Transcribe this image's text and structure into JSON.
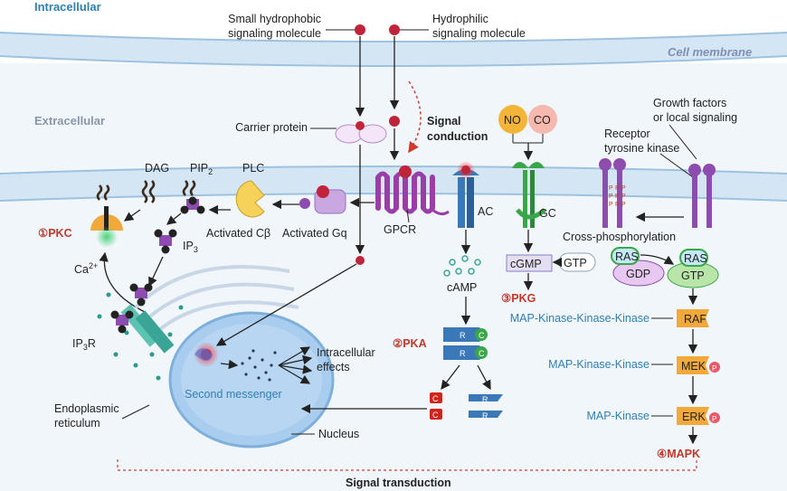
{
  "regions": {
    "intracellular": "Intracellular",
    "cell_membrane": "Cell membrane",
    "extracellular": "Extracellular"
  },
  "labels": {
    "small_hydrophobic": [
      "Small hydrophobic",
      "signaling molecule"
    ],
    "hydrophilic": [
      "Hydrophilic",
      "signaling molecule"
    ],
    "carrier_protein": "Carrier protein",
    "signal_conduction": [
      "Signal",
      "conduction"
    ],
    "growth_factors": [
      "Growth factors",
      "or local signaling"
    ],
    "receptor_tk": [
      "Receptor",
      "tyrosine kinase"
    ],
    "dag": "DAG",
    "pip": "PIP",
    "pip_sub": "2",
    "plc": "PLC",
    "activated_cb": "Activated Cβ",
    "activated_gq": "Activated Gq",
    "gpcr": "GPCR",
    "ac": "AC",
    "gc": "GC",
    "no": "NO",
    "co": "CO",
    "cross_phos": "Cross-phosphorylation",
    "pkc": "①PKC",
    "ca": "Ca",
    "ca_sup": "2+",
    "ip3": "IP",
    "ip3_sub": "3",
    "ip3r": "IP",
    "ip3r_sub": "3",
    "ip3r_r": "R",
    "camp": "cAMP",
    "cgmp": "cGMP",
    "gtp": "GTP",
    "pkg": "③PKG",
    "pka": "②PKA",
    "ras": "RAS",
    "gdp": "GDP",
    "raf": "RAF",
    "mek": "MEK",
    "erk": "ERK",
    "mapkkk": "MAP-Kinase-Kinase-Kinase",
    "mapkk": "MAP-Kinase-Kinase",
    "mapk_label": "MAP-Kinase",
    "mapk": "④MAPK",
    "second_messenger": "Second messenger",
    "intracellular_effects": [
      "Intracellular",
      "effects"
    ],
    "er": [
      "Endoplasmic",
      "reticulum"
    ],
    "nucleus": "Nucleus",
    "signal_transduction": "Signal transduction",
    "p": "P",
    "r": "R",
    "c": "C"
  },
  "colors": {
    "membrane": "#c9dff0",
    "membrane_line": "#9cc2e0",
    "molecule": "#c0243a",
    "receptor_purple": "#8e4bb0",
    "kinase_orange": "#f2a93b",
    "pka_blue": "#3a78b8",
    "pka_green": "#3aa64a",
    "nucleus": "#a9cdef",
    "pkc_red": "#c0392b"
  }
}
